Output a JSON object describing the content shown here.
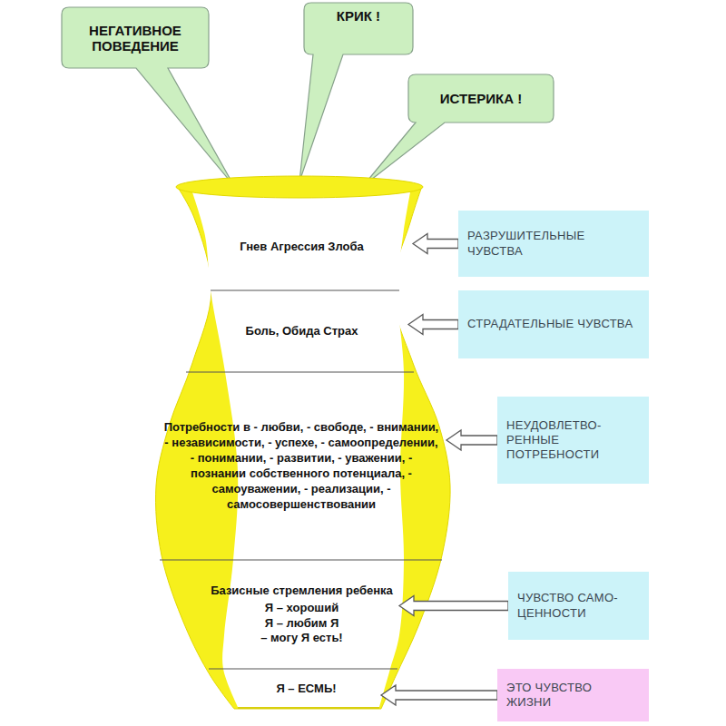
{
  "diagram": {
    "nodes": [
      {
        "text": [
          "НЕГАТИВНОЕ ПОВЕДЕНИЕ"
        ]
      },
      {
        "text": [
          "КРИК !"
        ]
      },
      {
        "text": [
          "ИСТЕРИКА !"
        ]
      },
      {
        "text": [
          "Гнев Агрессия Злоба"
        ]
      },
      {
        "text": [
          "РАЗРУШИТЕЛЬНЫЕ ЧУВСТВА"
        ]
      },
      {
        "text": [
          "Боль, Обида Страх"
        ]
      },
      {
        "text": [
          "СТРАДАТЕЛЬНЫЕ ЧУВСТВА"
        ]
      },
      {
        "text": [
          "Потребности в - любви, - свободе, - внимании, - независимости, - успехе, - самоопределении, - понимании, - развитии, - уважении, - познании собственного потенциала, - самоуважении, - реализации, - самосовершенствовании"
        ]
      },
      {
        "text": [
          "НЕУДОВЛЕТВО- РЕННЫЕ ПОТРЕБНОСТИ"
        ]
      },
      {
        "text": [
          "Базисные стремления ребенка",
          "Я – хороший Я – любим Я – могу Я есть!"
        ]
      },
      {
        "text": [
          "ЧУВСТВО САМО- ЦЕННОСТИ"
        ]
      },
      {
        "text": [
          "Я – ЕСМЬ!"
        ]
      },
      {
        "text": [
          "ЭТО ЧУВСТВО ЖИЗНИ"
        ]
      }
    ],
    "edges": [
      {
        "from": 4,
        "to": 3,
        "arrow": "to"
      },
      {
        "from": 6,
        "to": 5,
        "arrow": "to"
      },
      {
        "from": 8,
        "to": 7,
        "arrow": "to"
      },
      {
        "from": 10,
        "to": 9,
        "arrow": "to"
      },
      {
        "from": 12,
        "to": 11,
        "arrow": "to"
      }
    ]
  }
}
